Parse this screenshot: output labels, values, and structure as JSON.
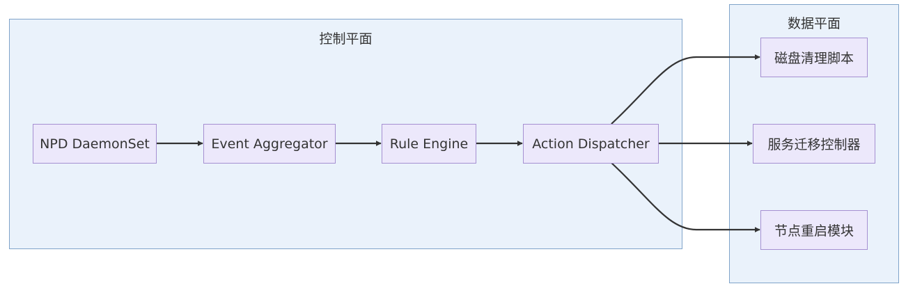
{
  "clusters": {
    "control": {
      "title": "控制平面"
    },
    "data": {
      "title": "数据平面"
    }
  },
  "nodes": {
    "npd": "NPD DaemonSet",
    "aggregator": "Event Aggregator",
    "rule_engine": "Rule Engine",
    "dispatcher": "Action Dispatcher",
    "disk_cleanup": "磁盘清理脚本",
    "migration": "服务迁移控制器",
    "reboot": "节点重启模块"
  },
  "edges": [
    {
      "from": "npd",
      "to": "aggregator"
    },
    {
      "from": "aggregator",
      "to": "rule_engine"
    },
    {
      "from": "rule_engine",
      "to": "dispatcher"
    },
    {
      "from": "dispatcher",
      "to": "disk_cleanup"
    },
    {
      "from": "dispatcher",
      "to": "migration"
    },
    {
      "from": "dispatcher",
      "to": "reboot"
    }
  ],
  "colors": {
    "cluster_fill": "#eaf2fb",
    "cluster_stroke": "#7fa3c9",
    "node_fill": "#ece8fb",
    "node_stroke": "#a58fd1",
    "edge": "#333333"
  }
}
